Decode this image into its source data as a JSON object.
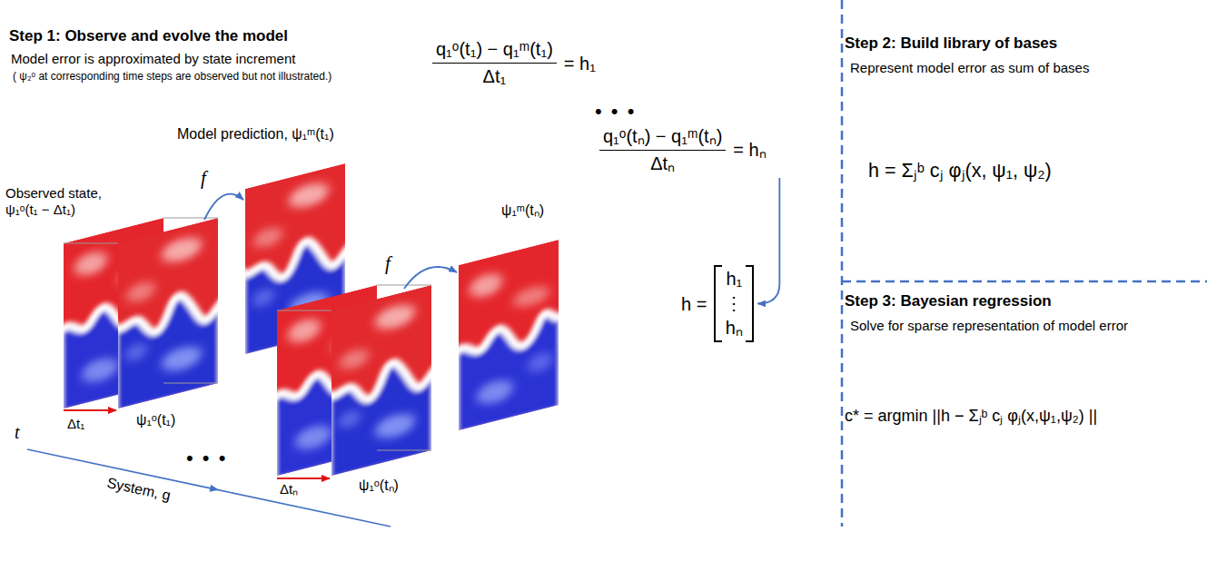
{
  "diagram": {
    "nodes": [
      {
        "text": [
          "q₁ᵒ(tₙ) − q₁ᵐ(tₙ)",
          "Δtₙ",
          "= hₙ"
        ]
      },
      {
        "text": [
          "h =",
          "h₁",
          "⋮",
          "hₙ"
        ]
      },
      {
        "text": [
          "Step 2: Build library of bases",
          "Represent model error as sum of bases",
          "h = Σⱼᵇ cⱼ φⱼ(x, ψ₁, ψ₂)"
        ]
      },
      {
        "text": [
          "Step 3: Bayesian regression",
          "Solve for sparse representation of model error",
          "c* = argmin ||h − Σⱼᵇ cⱼ φⱼ(x,ψ₁,ψ₂) ||"
        ]
      }
    ],
    "edges": [
      {
        "from": 0,
        "to": 1,
        "arrow": "to"
      }
    ],
    "labels": [
      "Step 1: Observe and evolve the model",
      "Model error is approximated by state increment",
      "( ψ₂ᵒ at corresponding time steps are observed but not illustrated.)",
      "q₁ᵒ(t₁) − q₁ᵐ(t₁)",
      "Δt₁",
      "= h₁",
      "• • •",
      "Model prediction, ψ₁ᵐ(t₁)",
      "f",
      "ψ₁ᵐ(tₙ)",
      "Observed state, ψ₁ᵒ(t₁ − Δt₁)",
      "f",
      "Δt₁",
      "ψ₁ᵒ(t₁)",
      "Δtₙ",
      "ψ₁ᵒ(tₙ)",
      "• • •",
      "t",
      "System, g"
    ]
  }
}
